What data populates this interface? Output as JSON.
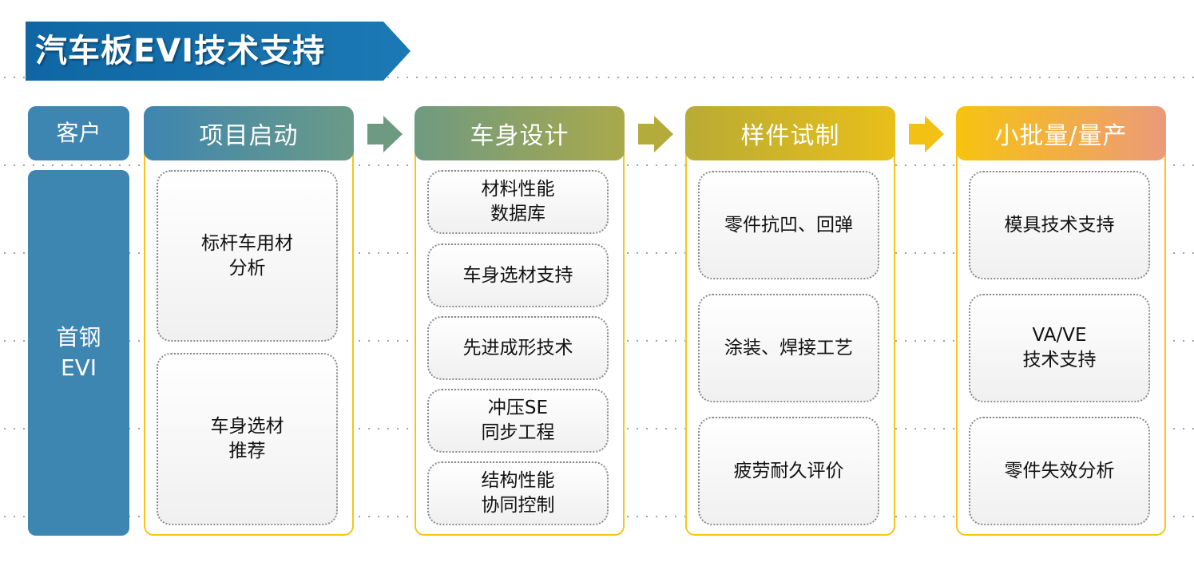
{
  "title": "汽车板EVI技术支持",
  "labels": {
    "customer": "客户",
    "evi": "首钢\nEVI"
  },
  "stages": [
    {
      "name": "项目启动",
      "color_from": "#3e86b1",
      "color_to": "#6b9a86",
      "items": [
        "标杆车用材\n分析",
        "车身选材\n推荐"
      ]
    },
    {
      "name": "车身设计",
      "color_from": "#6f9a82",
      "color_to": "#a9a94a",
      "items": [
        "材料性能\n数据库",
        "车身选材支持",
        "先进成形技术",
        "冲压SE\n同步工程",
        "结构性能\n协同控制"
      ]
    },
    {
      "name": "样件试制",
      "color_from": "#b9ab35",
      "color_to": "#e9bf1a",
      "items": [
        "零件抗凹、回弹",
        "涂装、焊接工艺",
        "疲劳耐久评价"
      ]
    },
    {
      "name": "小批量/量产",
      "color_from": "#f7c30f",
      "color_to": "#ec9a7a",
      "items": [
        "模具技术支持",
        "VA/VE\n技术支持",
        "零件失效分析"
      ]
    }
  ],
  "arrow_colors": [
    "#6f9a82",
    "#b3ac3c",
    "#f3c114"
  ]
}
